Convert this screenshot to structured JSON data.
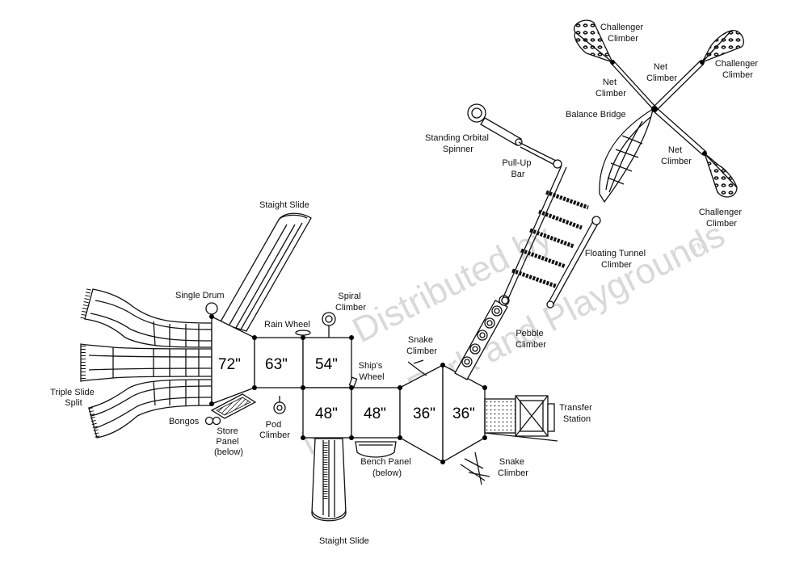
{
  "watermark": {
    "line1": "Distributed by",
    "line2": "Noah's Park and Playgrounds",
    "mark": "™"
  },
  "decks": {
    "d72": "72\"",
    "d63": "63\"",
    "d54": "54\"",
    "d48a": "48\"",
    "d48b": "48\"",
    "d36a": "36\"",
    "d36b": "36\""
  },
  "labels": {
    "staight_slide_top": "Staight Slide",
    "single_drum": "Single Drum",
    "triple_slide": [
      "Triple Slide",
      "Split"
    ],
    "bongos": "Bongos",
    "store_panel": [
      "Store",
      "Panel",
      "(below)"
    ],
    "pod_climber": [
      "Pod",
      "Climber"
    ],
    "rain_wheel": "Rain Wheel",
    "spiral_climber": [
      "Spiral",
      "Climber"
    ],
    "ships_wheel": [
      "Ship's",
      "Wheel"
    ],
    "snake_climber_top": [
      "Snake",
      "Climber"
    ],
    "bench_panel": [
      "Bench Panel",
      "(below)"
    ],
    "staight_slide_bottom": "Staight Slide",
    "pebble_climber": [
      "Pebble",
      "Climber"
    ],
    "transfer_station": [
      "Transfer",
      "Station"
    ],
    "snake_climber_bottom": [
      "Snake",
      "Climber"
    ],
    "standing_orbital_spinner": [
      "Standing Orbital",
      "Spinner"
    ],
    "pull_up_bar": [
      "Pull-Up",
      "Bar"
    ],
    "floating_tunnel_climber": [
      "Floating Tunnel",
      "Climber"
    ],
    "balance_bridge": "Balance Bridge",
    "challenger_climber_top": [
      "Challenger",
      "Climber"
    ],
    "challenger_climber_right": [
      "Challenger",
      "Climber"
    ],
    "challenger_climber_bottom": [
      "Challenger",
      "Climber"
    ],
    "net_climber_left": [
      "Net",
      "Climber"
    ],
    "net_climber_right": [
      "Net",
      "Climber"
    ],
    "net_climber_lower": [
      "Net",
      "Climber"
    ]
  }
}
